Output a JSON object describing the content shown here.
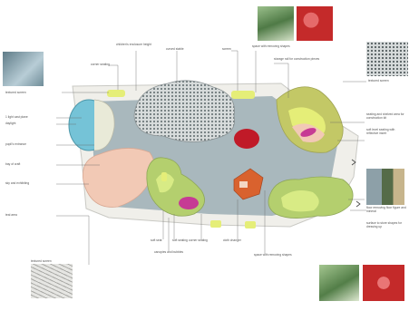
{
  "labels": {
    "textured_screen_tl": "textured screen",
    "light_cast_plane": "1 light cast plane",
    "daylight": "daylight",
    "pupils_entrance": "pupil's entrance",
    "bay_of_craft": "bay of craft",
    "sky_and_exhibiting": "sky and exhibiting",
    "teal_area": "teal area",
    "textured_screen_bl": "textured screen",
    "children_enclosure": "children's enclosure height",
    "corner_seating": "corner seating",
    "curved_stable": "curved stable",
    "screen": "screen",
    "space_removing_shapes": "space with removing shapes",
    "storage_rail": "storage rail for construction pieces",
    "textured_screen_tr": "textured screen",
    "seating_shelves": "seating and shelved area for construction kit",
    "soft_level_seating": "soft level seating with reflective insert",
    "removing_floor": "floor removing floor figure and mineral",
    "surface_storage": "surface to store shapes for dressing up",
    "soft_seat": "soft seat",
    "soft_seating": "soft seating",
    "canopies_bubbles": "canopies and bubbles",
    "corner_seating_b": "corner seating",
    "cloth_changer": "cloth changer",
    "space_removing_b": "space with removing shapes"
  },
  "colors": {
    "floor": "#a9b8bd",
    "wall": "#f0efea",
    "yellow": "#e5ee78",
    "olive": "#c3c866",
    "green": "#b4cf6e",
    "lime": "#d8eb85",
    "peach": "#f2c9b5",
    "magenta": "#c63b94",
    "red": "#c01a28",
    "orange": "#d9622e",
    "tealglass": "#75c3d7",
    "photo_red": "#c42a2a",
    "photo_green": "#6f9a57"
  }
}
